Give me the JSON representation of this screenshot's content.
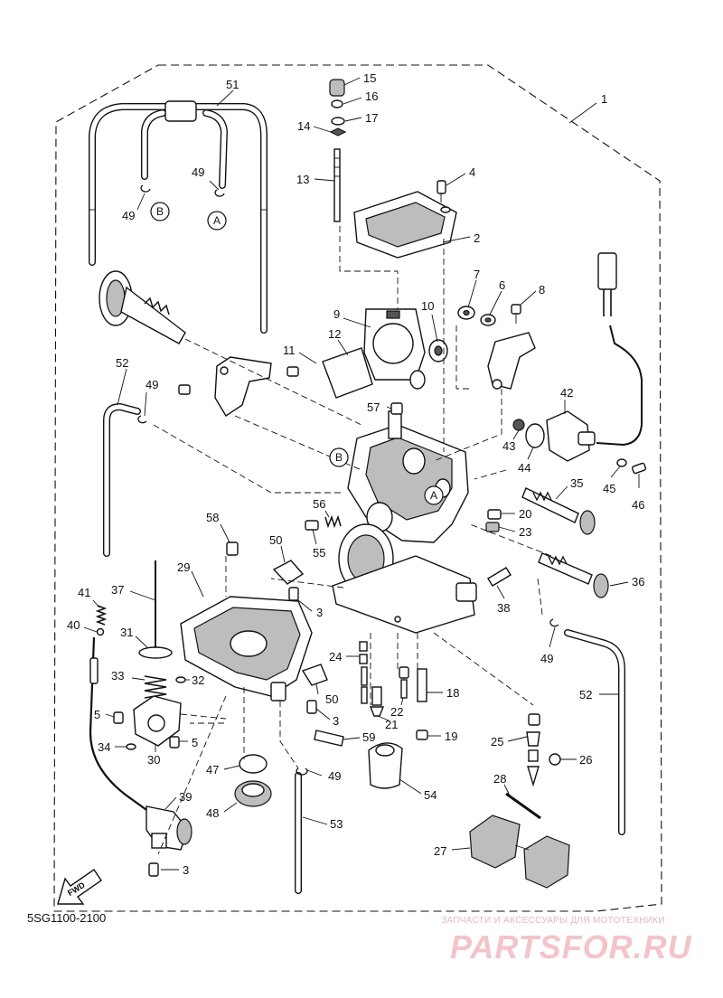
{
  "drawing_code": "5SG1100-2100",
  "watermark": {
    "tagline": "ЗАПЧАСТИ И АКСЕССУАРЫ ДЛЯ МОТОТЕХНИКИ",
    "brand": "PARTSFOR.RU"
  },
  "fwd_label": "FWD",
  "refs": [
    {
      "id": "ref-b-upper",
      "text": "B"
    },
    {
      "id": "ref-a-upper",
      "text": "A"
    },
    {
      "id": "ref-b-body",
      "text": "B"
    },
    {
      "id": "ref-a-body",
      "text": "A"
    }
  ],
  "callouts": [
    "1",
    "2",
    "3",
    "3",
    "3",
    "3",
    "4",
    "5",
    "5",
    "6",
    "7",
    "8",
    "9",
    "10",
    "11",
    "12",
    "13",
    "14",
    "15",
    "16",
    "17",
    "18",
    "19",
    "20",
    "21",
    "22",
    "23",
    "24",
    "25",
    "26",
    "27",
    "28",
    "29",
    "30",
    "31",
    "32",
    "33",
    "34",
    "35",
    "36",
    "37",
    "38",
    "39",
    "40",
    "41",
    "42",
    "43",
    "44",
    "45",
    "46",
    "47",
    "48",
    "49",
    "49",
    "49",
    "49",
    "49",
    "50",
    "50",
    "51",
    "52",
    "52",
    "53",
    "54",
    "55",
    "56",
    "57",
    "58",
    "59"
  ]
}
